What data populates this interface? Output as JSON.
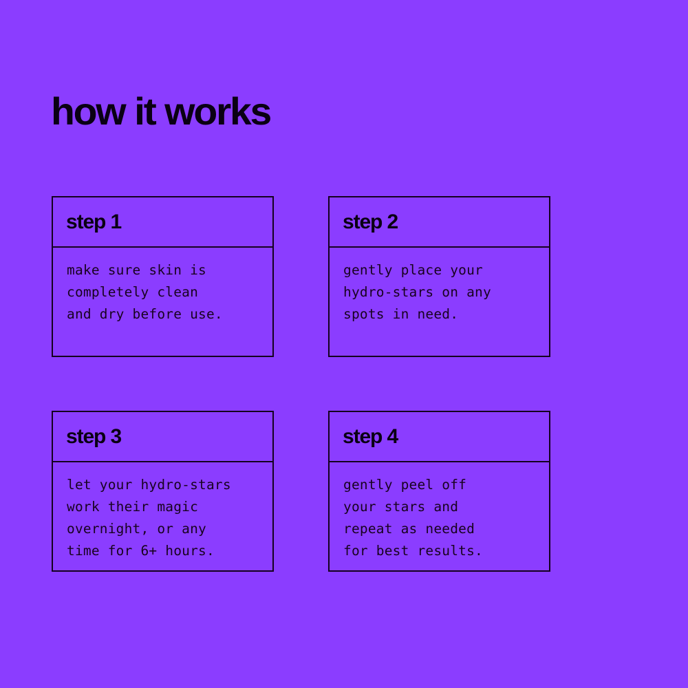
{
  "page": {
    "background_color": "#8b3dff",
    "ink_color": "#0a0014",
    "title": "how it works"
  },
  "steps": [
    {
      "id": "step-1",
      "title": "step 1",
      "text": "make sure skin is\ncompletely clean\nand dry before use.",
      "lines": [
        "make sure skin is",
        "completely clean",
        "and dry before use."
      ]
    },
    {
      "id": "step-2",
      "title": "step 2",
      "text": "gently place your\nhydro-stars on any\nspots in need.",
      "lines": [
        "gently place your",
        "hydro-stars on any",
        "spots in need."
      ]
    },
    {
      "id": "step-3",
      "title": "step 3",
      "text": "let your hydro-stars\nwork their magic\novernight, or any\ntime for 6+ hours.",
      "lines": [
        "let your hydro-stars",
        "work their magic",
        "overnight, or any",
        "time for 6+ hours."
      ]
    },
    {
      "id": "step-4",
      "title": "step 4",
      "text": "gently peel off\nyour stars and\nrepeat as needed\nfor best results.",
      "lines": [
        "gently peel off",
        "your stars and",
        "repeat as needed",
        "for best results."
      ]
    }
  ]
}
